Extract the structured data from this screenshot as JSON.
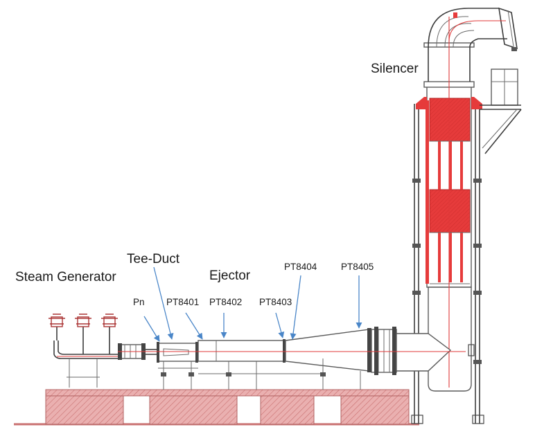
{
  "labels": {
    "silencer": "Silencer",
    "tee_duct": "Tee-Duct",
    "steam_generator": "Steam Generator",
    "ejector": "Ejector",
    "pn": "Pn",
    "pt8401": "PT8401",
    "pt8402": "PT8402",
    "pt8403": "PT8403",
    "pt8404": "PT8404",
    "pt8405": "PT8405"
  },
  "colors": {
    "foundation": "#e8a9a9",
    "foundation_hatch": "#c96a6a",
    "absorber": "#e33a3a",
    "structure_line": "#5a5a5a",
    "centerline": "#e03a3a",
    "pointer_arrow": "#4a86c8"
  }
}
